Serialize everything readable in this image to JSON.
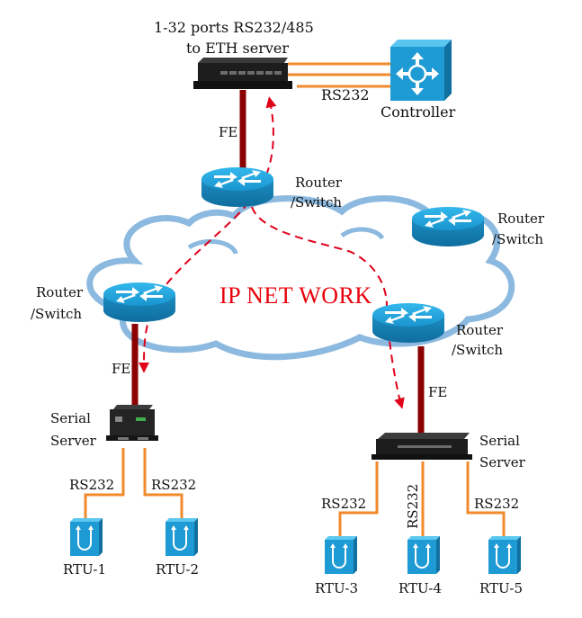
{
  "diagram": {
    "title_line1": "1-32 ports RS232/485",
    "title_line2": "to ETH server",
    "cloud_label": "IP NET WORK",
    "colors": {
      "fe_link": "#8b0000",
      "rs232_link": "#f08a2c",
      "path_arrow": "#e0001a",
      "device_blue": "#1f9fd6",
      "cloud": "#7fb3dd",
      "net_text": "#e8000b"
    },
    "nodes": {
      "eth_server": {
        "label": "1-32 ports RS232/485 to ETH server"
      },
      "controller": {
        "label": "Controller",
        "icon": "controller-icon"
      },
      "router_top": {
        "line1": "Router",
        "line2": "/Switch"
      },
      "router_right": {
        "line1": "Router",
        "line2": "/Switch"
      },
      "router_left": {
        "line1": "Router",
        "line2": "/Switch"
      },
      "router_bottom_right": {
        "line1": "Router",
        "line2": "/Switch"
      },
      "serial_server_left": {
        "line1": "Serial",
        "line2": "Server"
      },
      "serial_server_right": {
        "line1": "Serial",
        "line2": "Server"
      },
      "rtus": [
        "RTU-1",
        "RTU-2",
        "RTU-3",
        "RTU-4",
        "RTU-5"
      ]
    },
    "links": {
      "fe": "FE",
      "rs232": "RS232"
    }
  }
}
